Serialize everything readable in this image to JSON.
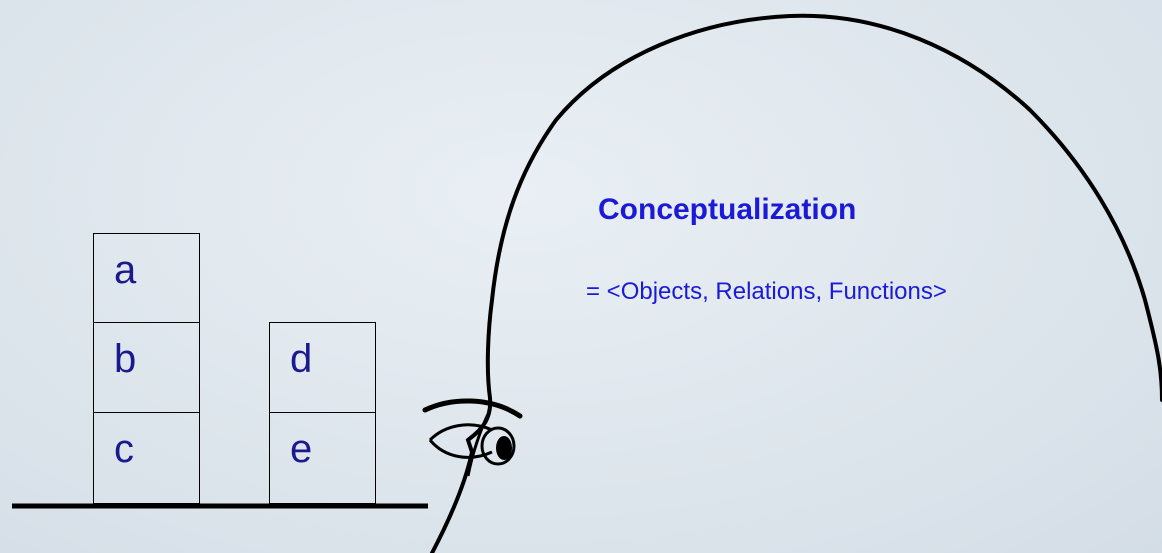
{
  "concept": {
    "title": "Conceptualization",
    "definition": "= <Objects, Relations, Functions>"
  },
  "blocks": [
    {
      "id": "a",
      "label": "a"
    },
    {
      "id": "b",
      "label": "b"
    },
    {
      "id": "c",
      "label": "c"
    },
    {
      "id": "d",
      "label": "d"
    },
    {
      "id": "e",
      "label": "e"
    }
  ],
  "colors": {
    "text": "#1b1bd6",
    "block_text": "#1a1a8c",
    "line": "#000000",
    "background": "#dfe7ee"
  },
  "icons": [
    "head-outline",
    "eye-icon",
    "table-surface"
  ]
}
